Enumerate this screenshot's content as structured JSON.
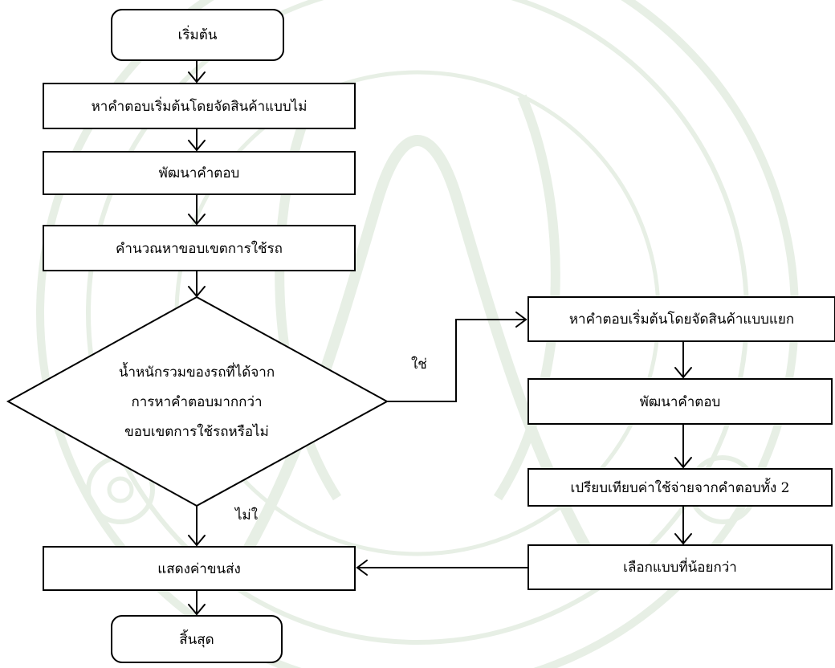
{
  "watermark": {
    "color": "#e7efe5",
    "icon": "university-seal-watermark"
  },
  "nodes": {
    "start": "เริ่มต้น",
    "initial_mixed": "หาคำตอบเริ่มต้นโดยจัดสินค้าแบบไม่",
    "develop_1": "พัฒนาคำตอบ",
    "compute_limit": "คำนวณหาขอบเขตการใช้รถ",
    "decision_line1": "น้ำหนักรวมของรถที่ได้จาก",
    "decision_line2": "การหาคำตอบมากกว่า",
    "decision_line3": "ขอบเขตการใช้รถหรือไม่",
    "initial_separate": "หาคำตอบเริ่มต้นโดยจัดสินค้าแบบแยก",
    "develop_2": "พัฒนาคำตอบ",
    "compare": "เปรียบเทียบค่าใช้จ่ายจากคำตอบทั้ง 2",
    "choose_less": "เลือกแบบที่น้อยกว่า",
    "show_cost": "แสดงค่าขนส่ง",
    "end": "สิ้นสุด"
  },
  "edges": {
    "yes_label": "ใช่",
    "no_label": "ไม่ใ"
  }
}
